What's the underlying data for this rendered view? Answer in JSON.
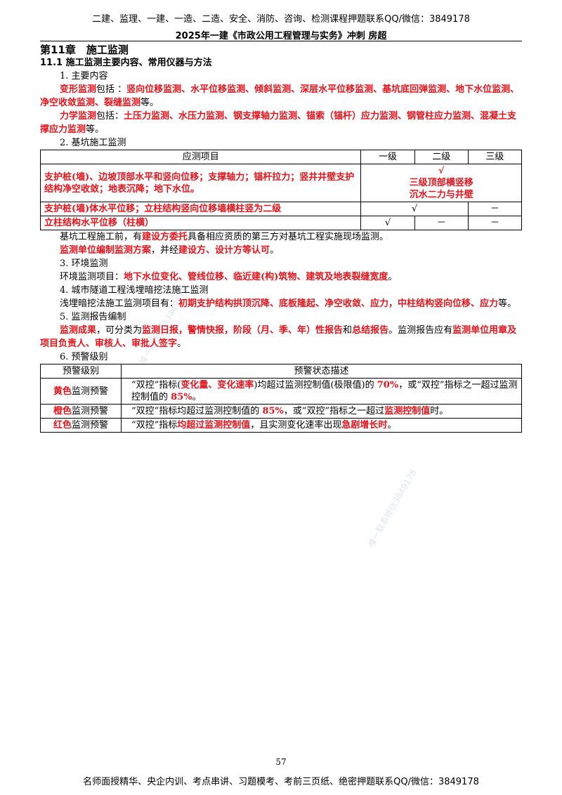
{
  "header": {
    "line1": "二建、监理、一建、一造、二造、安全、消防、咨询、检测课程押题联系QQ/微信：3849178",
    "line2": "2025年一建《市政公用工程管理与实务》冲刺 房超"
  },
  "chapter": "第11章　施工监测",
  "section": "11.1 施工监测主要内容、常用仪器与方法",
  "p1": {
    "heading": "1. 主要内容",
    "deform_label": "变形监测",
    "deform_mid": "包括 ：",
    "deform_items": "竖向位移监测、水平位移监测、倾斜监测、深层水平位移监测、基坑底回弹监测、地下水位监测、净空收敛监测、裂缝监测",
    "deform_end": "等。",
    "force_label": "力学监测",
    "force_mid": "包括：",
    "force_items": "土压力监测、水压力监测、钢支撑轴力监测、锚索（锚杆）应力监测、钢管柱应力监测、混凝土支撑应力监测",
    "force_end": "等。"
  },
  "p2": {
    "heading": "2. 基坑施工监测",
    "table": {
      "headers": [
        "应测项目",
        "一级",
        "二级",
        "三级"
      ],
      "row1": {
        "item": "支护桩(墙)、边坡顶部水平和竖向位移；支撑轴力；锚杆拉力；竖井井壁支护结构净空收敛；地表沉降；地下水位。",
        "check": "√",
        "note1": "三级顶部横竖移",
        "note2": "沉水二力与井壁"
      },
      "row2": {
        "item": "支护桩(墙)体水平位移；立柱结构竖向位移墙横柱竖为二级",
        "c12": "√",
        "c3": "－"
      },
      "row3": {
        "item": "立柱结构水平位移（柱横）",
        "c1": "√",
        "c2": "－",
        "c3": "－"
      }
    },
    "s1_a": "基坑工程施工前，有",
    "s1_b": "建设方委托",
    "s1_c": "具备相应资质的第三方对基坑工程实施现场监测。",
    "s2_a": "监测单位编制监测方案",
    "s2_b": "，并经",
    "s2_c": "建设方、设计方等认可",
    "s2_d": "。"
  },
  "p3": {
    "heading": "3. 环境监测",
    "a": "环境监测项目：",
    "b": "地下水位变化、管线位移、临近建(构)筑物、建筑及地表裂缝宽度",
    "c": "。"
  },
  "p4": {
    "heading": "4. 城市隧道工程浅埋暗挖法施工监测",
    "a": "浅埋暗挖法施工监测项目有：",
    "b": "初期支护结构拱顶沉降、底板隆起、净空收敛、应力，中柱结构竖向位移、应力",
    "c": "等。"
  },
  "p5": {
    "heading": "5. 监测报告编制",
    "a": "监测成果",
    "b": "，可分类为",
    "c": "监测日报，警情快报，阶段（月、季、年）性报告",
    "d": "和",
    "e": "总结报告",
    "f": "。监测报告应有",
    "g": "监测单位用章及项目负责人、审核人、审批人签字",
    "h": "。"
  },
  "p6": {
    "heading": "6. 预警级别",
    "headers": [
      "预警级别",
      "预警状态描述"
    ],
    "yellow": {
      "lv_r": "黄色",
      "lv_b": "监测预警",
      "d1": "“双控”指标(",
      "d2": "变化量、变化速率",
      "d3": ")均超过监测控制值(极限值)的 ",
      "d4": "70%",
      "d5": "，或“双控”指标之一超过监测控制值的 ",
      "d6": "85%",
      "d7": "。"
    },
    "orange": {
      "lv_r": "橙色",
      "lv_b": "监测预警",
      "d1": "“双控”指标均超过监测控制值的 ",
      "d2": "85%",
      "d3": "，或“双控”指标之一超过",
      "d4": "监测控制值",
      "d5": "时。"
    },
    "red": {
      "lv_r": "红色",
      "lv_b": "监测预警",
      "d1": "“双控”指标",
      "d2": "均超过监测控制值",
      "d3": "，且实测变化速率出现",
      "d4": "急剧增长时",
      "d5": "。"
    }
  },
  "watermark1": "唯一联系微信3849178",
  "watermark2": "唯一联系微信3849178",
  "page_number": "57",
  "footer": "名师面授精华、央企内训、考点串讲、习题模考、考前三页纸、绝密押题联系QQ/微信：3849178",
  "colors": {
    "emphasis": "#e8141b"
  }
}
